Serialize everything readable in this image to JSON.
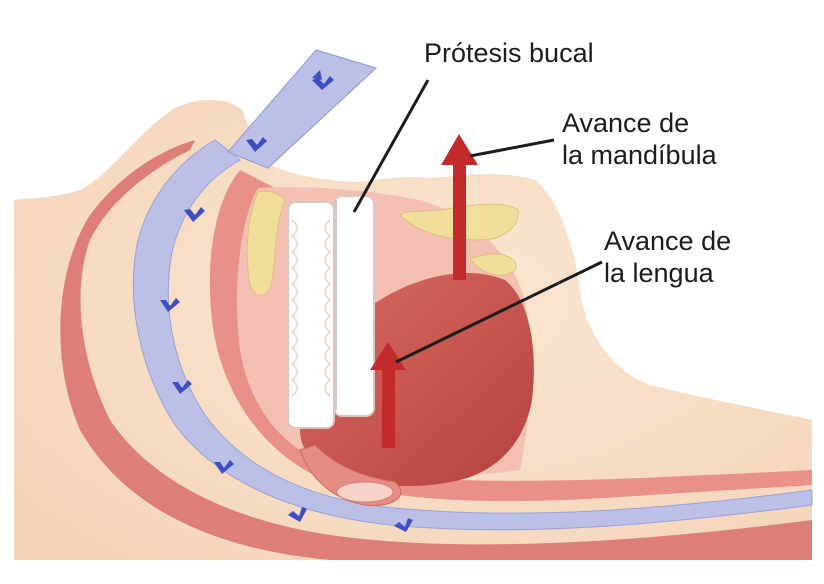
{
  "labels": {
    "protesis": "Prótesis bucal",
    "mandibula_line1": "Avance de",
    "mandibula_line2": "la mandíbula",
    "lengua_line1": "Avance de",
    "lengua_line2": "la lengua"
  },
  "colors": {
    "skin": "#f7dcc2",
    "tissue_dark": "#d9706a",
    "tissue_mid": "#e9948a",
    "tissue_light": "#f4c0b4",
    "airway": "#bcbfe6",
    "airway_arrow": "#3e4fc4",
    "tongue": "#cf5d56",
    "tongue_dark": "#b8433f",
    "bone": "#f0de9a",
    "teeth": "#ffffff",
    "red_arrow": "#c22a2c",
    "text": "#1c1c1c"
  },
  "icons": {
    "airflow_arrow": "airflow-arrow-icon",
    "advance_arrow": "advance-arrow-icon"
  }
}
